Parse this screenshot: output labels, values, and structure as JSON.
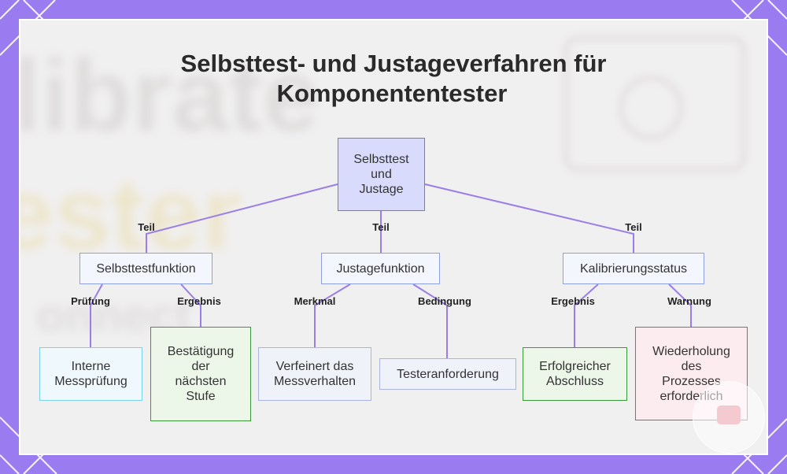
{
  "title_line1": "Selbsttest- und Justageverfahren für",
  "title_line2": "Komponententester",
  "root": {
    "line1": "Selbsttest",
    "line2": "und",
    "line3": "Justage"
  },
  "branches": [
    {
      "label": "Teil",
      "node": "Selbsttestfunktion"
    },
    {
      "label": "Teil",
      "node": "Justagefunktion"
    },
    {
      "label": "Teil",
      "node": "Kalibrierungsstatus"
    }
  ],
  "leaves": [
    {
      "label": "Prüfung",
      "line1": "Interne",
      "line2": "Messprüfung"
    },
    {
      "label": "Ergebnis",
      "line1": "Bestätigung",
      "line2": "der",
      "line3": "nächsten",
      "line4": "Stufe"
    },
    {
      "label": "Merkmal",
      "line1": "Verfeinert das",
      "line2": "Messverhalten"
    },
    {
      "label": "Bedingung",
      "line1": "Testeranforderung"
    },
    {
      "label": "Ergebnis",
      "line1": "Erfolgreicher",
      "line2": "Abschluss"
    },
    {
      "label": "Warnung",
      "line1": "Wiederholung",
      "line2": "des",
      "line3": "Prozesses",
      "line4": "erforderlich"
    }
  ],
  "background_text": [
    "librate",
    "ester",
    "onnect"
  ],
  "colors": {
    "frame": "#9a7cf0",
    "link": "#9a7ee6",
    "root_fill": "#d8dbfc",
    "leaf_red": "#d64a5a",
    "leaf_green": "#3a9a3a",
    "leaf_blue": "#7dd0ee"
  }
}
